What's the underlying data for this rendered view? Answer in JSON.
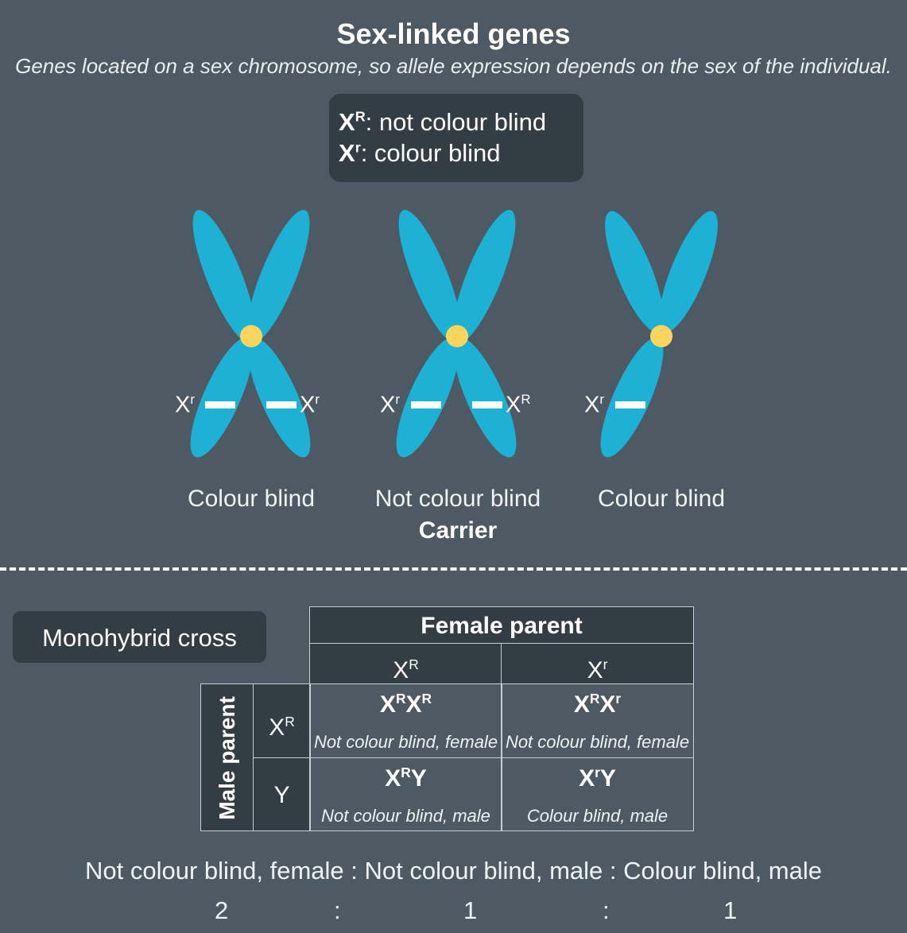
{
  "header": {
    "title": "Sex-linked genes",
    "subtitle": "Genes located on a sex chromosome, so allele expression depends on the sex of the individual."
  },
  "legend": {
    "line1": {
      "base": "X",
      "sup": "R",
      "text": ": not colour blind"
    },
    "line2": {
      "base": "X",
      "sup": "r",
      "text": ": colour blind"
    }
  },
  "chromosomes": [
    {
      "left_label": {
        "base": "X",
        "sup": "r"
      },
      "right_label": {
        "base": "X",
        "sup": "r"
      },
      "caption": "Colour blind"
    },
    {
      "left_label": {
        "base": "X",
        "sup": "r"
      },
      "right_label": {
        "base": "X",
        "sup": "R"
      },
      "caption": "Not colour blind",
      "subcaption": "Carrier"
    },
    {
      "left_label": {
        "base": "X",
        "sup": "r"
      },
      "caption": "Colour blind"
    }
  ],
  "cross": {
    "label": "Monohybrid cross",
    "female_header": "Female parent",
    "male_header": "Male parent",
    "female_alleles": [
      {
        "base": "X",
        "sup": "R"
      },
      {
        "base": "X",
        "sup": "r"
      }
    ],
    "male_alleles": [
      {
        "base": "X",
        "sup": "R"
      },
      {
        "base": "Y",
        "sup": ""
      }
    ],
    "cells": [
      [
        {
          "genotype": "XᴿXᴿ",
          "phenotype": "Not colour blind, female"
        },
        {
          "genotype": "XᴿXʳ",
          "phenotype": "Not colour blind, female"
        }
      ],
      [
        {
          "genotype": "XᴿY",
          "phenotype": "Not colour blind, male"
        },
        {
          "genotype": "XʳY",
          "phenotype": "Colour blind, male"
        }
      ]
    ]
  },
  "ratio": {
    "text": "Not colour blind, female : Not colour blind, male : Colour blind, male",
    "values": [
      "2",
      ":",
      "1",
      ":",
      "1"
    ]
  },
  "colors": {
    "background": "#4d5a63",
    "panel": "#333d44",
    "chromosome": "#1eb1d6",
    "centromere": "#fdd55c"
  }
}
